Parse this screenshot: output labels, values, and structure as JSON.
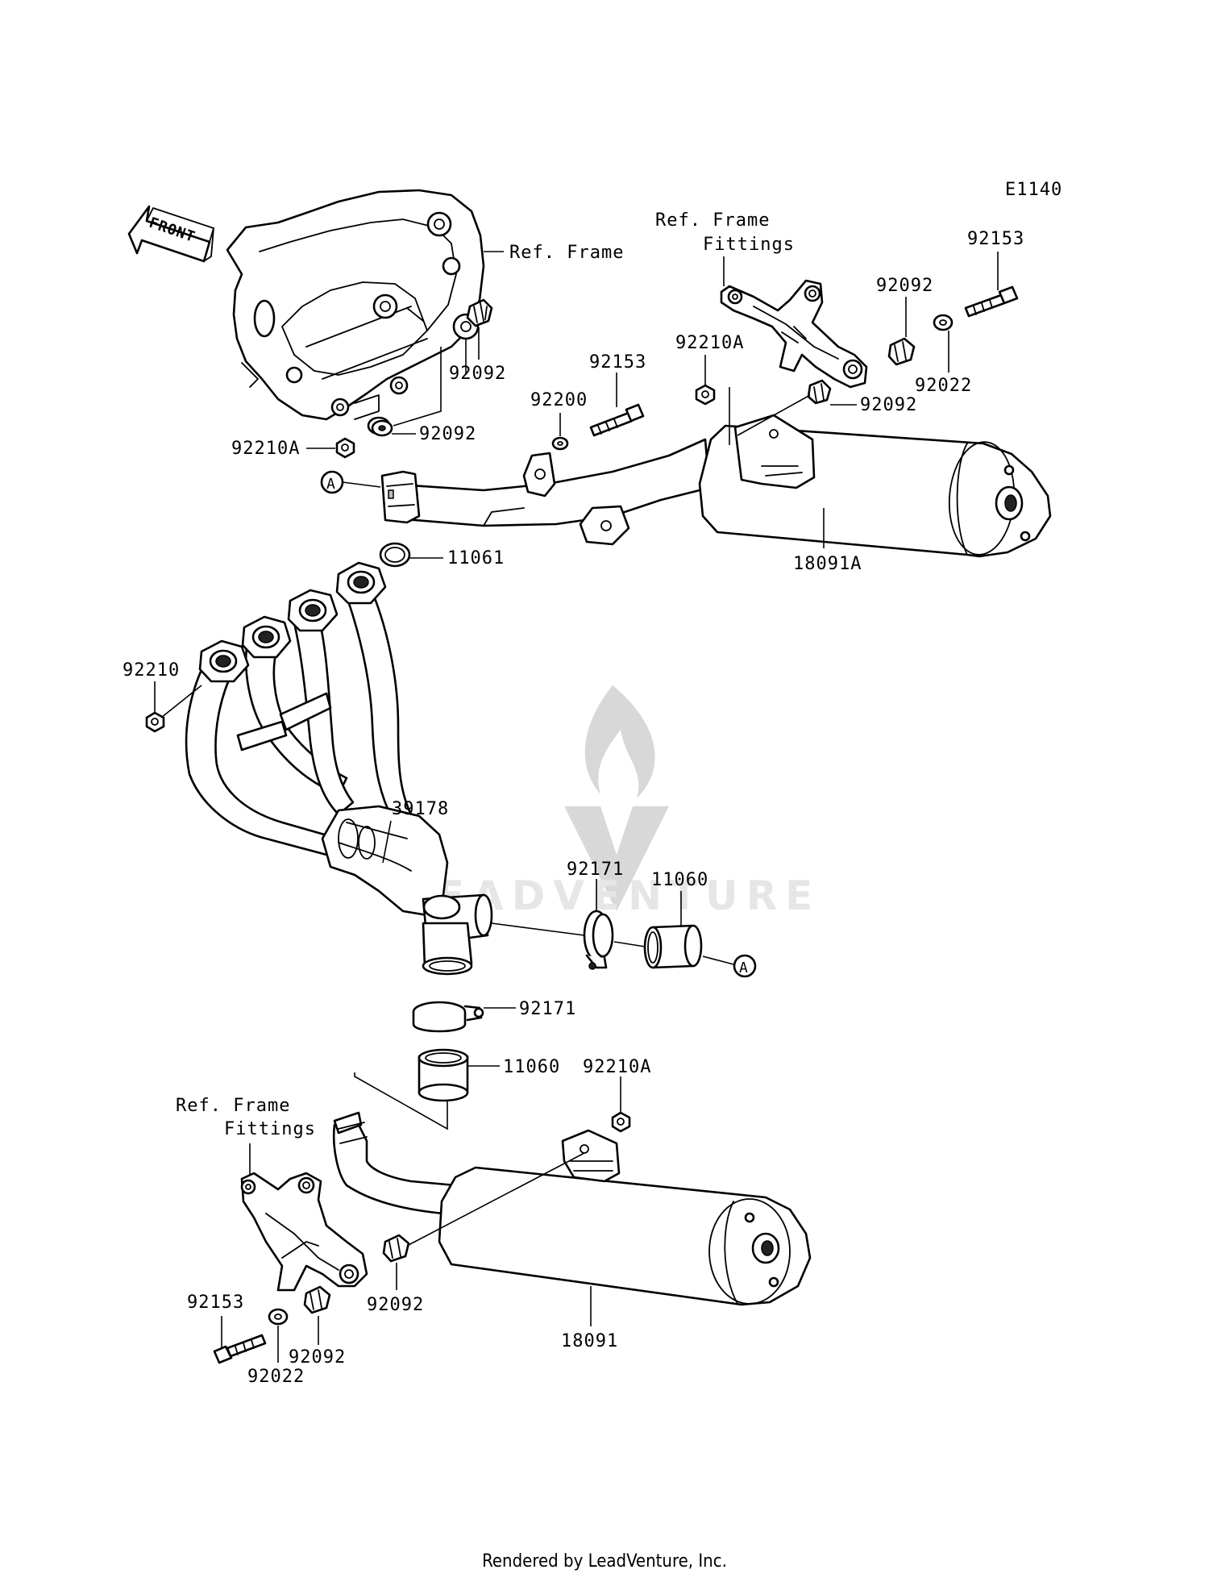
{
  "diagram_code": "E1140",
  "front_label": "FRONT",
  "callout_letter": "A",
  "refs": {
    "frame": "Ref. Frame",
    "fittings_line1": "Ref. Frame",
    "fittings_line2": "Fittings"
  },
  "parts": {
    "p92153_top_right": "92153",
    "p92092_top_right": "92092",
    "p92210A_top": "92210A",
    "p92153_top_mid": "92153",
    "p92092_frame_upper": "92092",
    "p92200": "92200",
    "p92022_top_right": "92022",
    "p92092_muffler_right": "92092",
    "p92210A_frame": "92210A",
    "p92092_frame_lower": "92092",
    "p18091A": "18091A",
    "p11061": "11061",
    "p92210": "92210",
    "p39178": "39178",
    "p92171_right": "92171",
    "p11060_right": "11060",
    "p92171_center": "92171",
    "p11060_center": "11060",
    "p92210A_bottom": "92210A",
    "p92153_bottom": "92153",
    "p92022_bottom": "92022",
    "p92092_bottom_left": "92092",
    "p92092_bottom_mid": "92092",
    "p18091": "18091"
  },
  "watermark": "LEADVENTURE",
  "footer": "Rendered by LeadVenture, Inc."
}
